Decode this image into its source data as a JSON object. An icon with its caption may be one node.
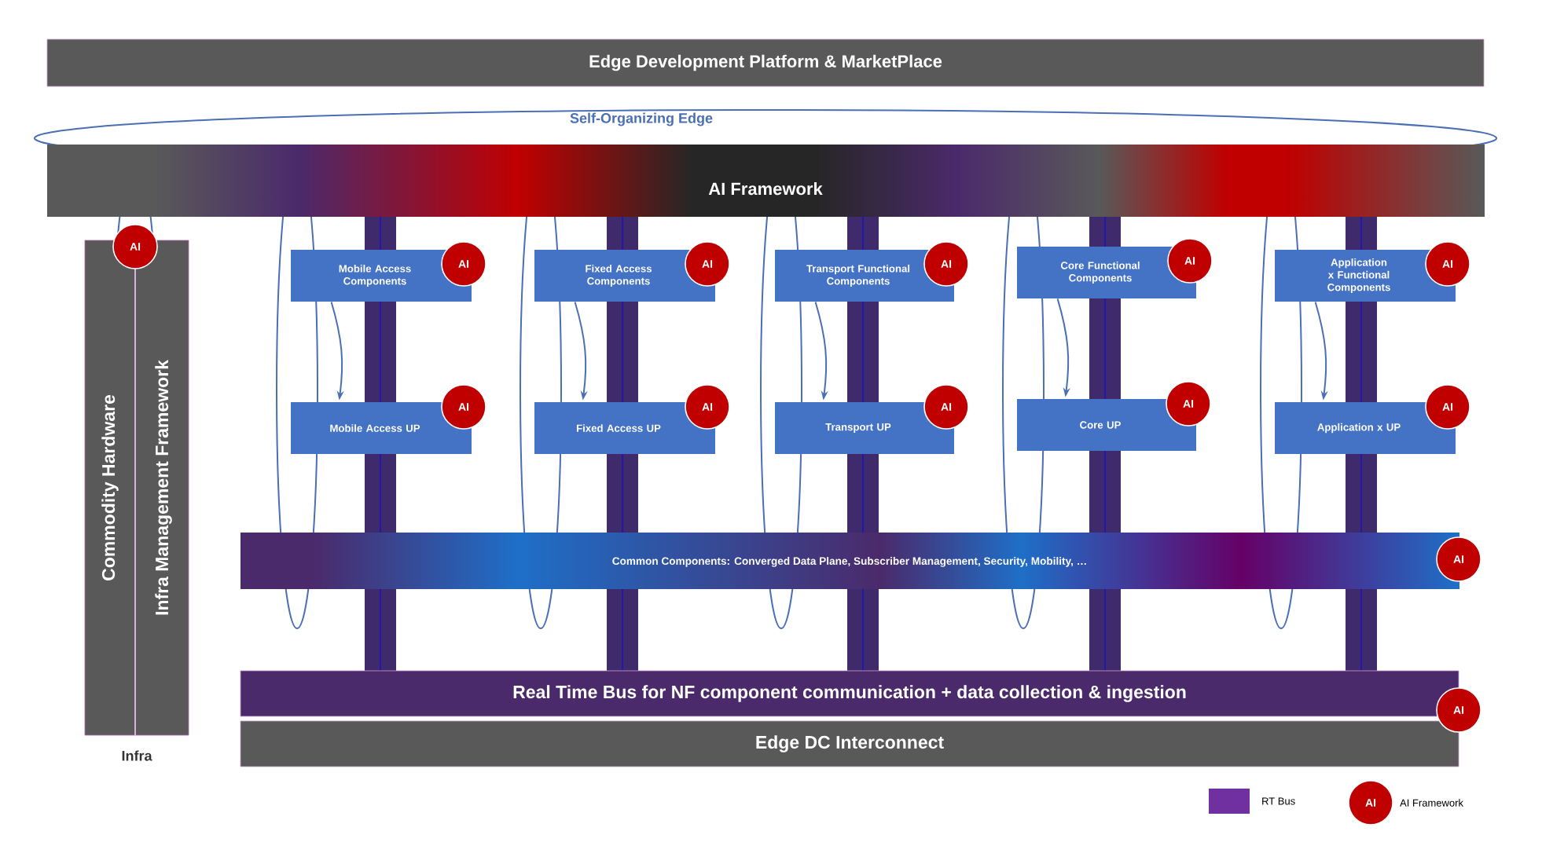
{
  "diagram": {
    "nodes": [
      {
        "text": [
          "Edge Development Platform & MarketPlace"
        ]
      },
      {
        "text": [
          "AI Framework"
        ]
      },
      {
        "text": [
          "Commodity Hardware",
          "Infra Management Framework"
        ],
        "beside": [
          "Infra"
        ]
      },
      {
        "text": [
          "AI"
        ]
      },
      {
        "text": [
          "Mobile Access Components"
        ]
      },
      {
        "text": [
          "AI"
        ]
      },
      {
        "text": [
          "Mobile Access UP"
        ]
      },
      {
        "text": [
          "AI"
        ]
      },
      {
        "text": [
          "Fixed Access Components"
        ]
      },
      {
        "text": [
          "AI"
        ]
      },
      {
        "text": [
          "Fixed Access UP"
        ]
      },
      {
        "text": [
          "AI"
        ]
      },
      {
        "text": [
          "Transport Functional Components"
        ]
      },
      {
        "text": [
          "AI"
        ]
      },
      {
        "text": [
          "Transport UP"
        ]
      },
      {
        "text": [
          "AI"
        ]
      },
      {
        "text": [
          "Core Functional Components"
        ]
      },
      {
        "text": [
          "AI"
        ]
      },
      {
        "text": [
          "Core UP"
        ]
      },
      {
        "text": [
          "AI"
        ]
      },
      {
        "text": [
          "Application x Functional Components"
        ]
      },
      {
        "text": [
          "AI"
        ]
      },
      {
        "text": [
          "Application x UP"
        ]
      },
      {
        "text": [
          "AI"
        ]
      },
      {
        "text": [
          "Common Components: Converged Data Plane, Subscriber Management, Security, Mobility, …"
        ]
      },
      {
        "text": [
          "AI"
        ]
      },
      {
        "text": [
          "Real Time Bus for NF component communication + data collection & ingestion"
        ]
      },
      {
        "text": [
          "Edge DC Interconnect"
        ]
      },
      {
        "text": [
          "AI"
        ]
      },
      {
        "text": [
          "AI"
        ]
      },
      {
        "text": [],
        "shape": "bar"
      },
      {
        "text": [],
        "shape": "bar"
      },
      {
        "text": [],
        "shape": "bar"
      },
      {
        "text": [],
        "shape": "bar"
      },
      {
        "text": [],
        "shape": "bar"
      },
      {
        "text": [],
        "shape": "bar"
      },
      {
        "text": [],
        "shape": "bar"
      },
      {
        "text": [],
        "shape": "bar"
      },
      {
        "text": [],
        "shape": "bar"
      },
      {
        "text": [],
        "shape": "bar"
      }
    ],
    "edges": [
      {
        "from": 4,
        "to": 6,
        "arrow": "to"
      },
      {
        "from": 8,
        "to": 10,
        "arrow": "to"
      },
      {
        "from": 12,
        "to": 14,
        "arrow": "to"
      },
      {
        "from": 16,
        "to": 18,
        "arrow": "to"
      },
      {
        "from": 20,
        "to": 22,
        "arrow": "to"
      }
    ],
    "labels": [
      "Self-Organizing Edge"
    ],
    "legend": [
      {
        "text": "RT Bus",
        "color": "#7030a0"
      },
      {
        "text": "AI Framework"
      }
    ]
  }
}
